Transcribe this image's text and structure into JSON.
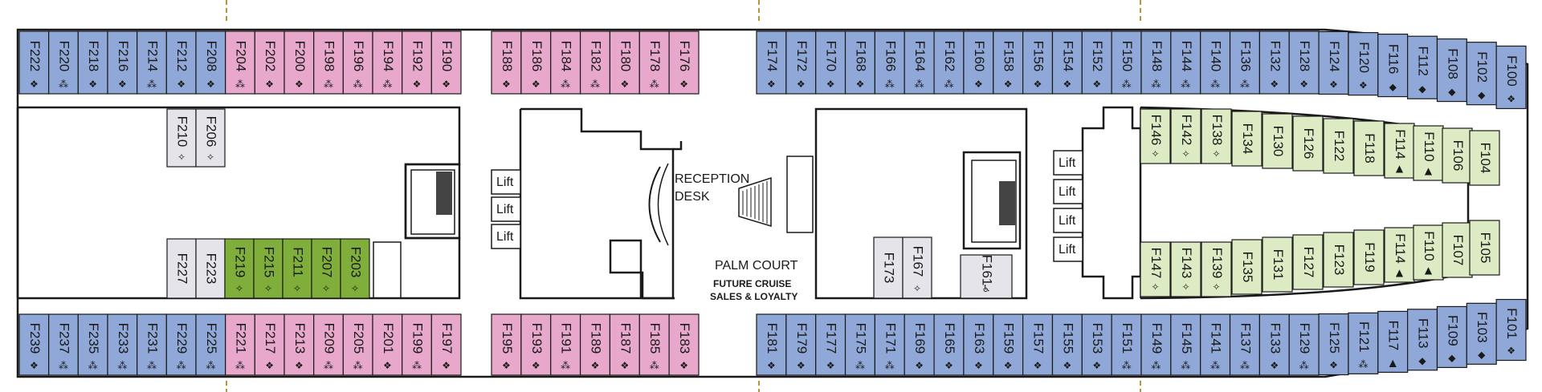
{
  "colors": {
    "blue": "#8fa8d8",
    "pink": "#e8a8cc",
    "green": "#7fae3a",
    "light_green": "#dcebc4",
    "grey": "#e4e4ea",
    "outline": "#1a1a1a",
    "section_marker": "#b8963c"
  },
  "icons": {
    "filled-diamond": "❖",
    "open-diamond": "✧",
    "double-diamond": "⁂",
    "arrow-diamond": "◆",
    "arrow-up": "▲",
    "wheelchair": "♿"
  },
  "labels": {
    "reception_1": "RECEPTION",
    "reception_2": "DESK",
    "palm_court": "PALM COURT",
    "future_1": "FUTURE CRUISE",
    "future_2": "SALES & LOYALTY",
    "lift": "Lift"
  },
  "top_row": [
    {
      "id": "F222",
      "color": "blue",
      "icon": "filled-diamond"
    },
    {
      "id": "F220",
      "color": "blue",
      "icon": "double-diamond"
    },
    {
      "id": "F218",
      "color": "blue",
      "icon": "filled-diamond"
    },
    {
      "id": "F216",
      "color": "blue",
      "icon": "filled-diamond"
    },
    {
      "id": "F214",
      "color": "blue",
      "icon": "double-diamond"
    },
    {
      "id": "F212",
      "color": "blue",
      "icon": "filled-diamond"
    },
    {
      "id": "F208",
      "color": "blue",
      "icon": "filled-diamond"
    },
    {
      "id": "F204",
      "color": "pink",
      "icon": "double-diamond"
    },
    {
      "id": "F202",
      "color": "pink",
      "icon": "filled-diamond"
    },
    {
      "id": "F200",
      "color": "pink",
      "icon": "filled-diamond"
    },
    {
      "id": "F198",
      "color": "pink",
      "icon": "double-diamond"
    },
    {
      "id": "F196",
      "color": "pink",
      "icon": "double-diamond"
    },
    {
      "id": "F194",
      "color": "pink",
      "icon": "double-diamond"
    },
    {
      "id": "F192",
      "color": "pink",
      "icon": "filled-diamond"
    },
    {
      "id": "F190",
      "color": "pink",
      "icon": "filled-diamond"
    },
    {
      "id": "F188",
      "color": "pink",
      "icon": "filled-diamond"
    },
    {
      "id": "F186",
      "color": "pink",
      "icon": "filled-diamond"
    },
    {
      "id": "F184",
      "color": "pink",
      "icon": "double-diamond"
    },
    {
      "id": "F182",
      "color": "pink",
      "icon": "double-diamond"
    },
    {
      "id": "F180",
      "color": "pink",
      "icon": "filled-diamond"
    },
    {
      "id": "F178",
      "color": "pink",
      "icon": "double-diamond"
    },
    {
      "id": "F176",
      "color": "pink",
      "icon": "filled-diamond"
    },
    {
      "id": "F174",
      "color": "blue",
      "icon": "filled-diamond"
    },
    {
      "id": "F172",
      "color": "blue",
      "icon": "filled-diamond"
    },
    {
      "id": "F170",
      "color": "blue",
      "icon": "filled-diamond"
    },
    {
      "id": "F168",
      "color": "blue",
      "icon": "filled-diamond"
    },
    {
      "id": "F166",
      "color": "blue",
      "icon": "double-diamond"
    },
    {
      "id": "F164",
      "color": "blue",
      "icon": "double-diamond"
    },
    {
      "id": "F162",
      "color": "blue",
      "icon": "double-diamond"
    },
    {
      "id": "F160",
      "color": "blue",
      "icon": "filled-diamond"
    },
    {
      "id": "F158",
      "color": "blue",
      "icon": "filled-diamond"
    },
    {
      "id": "F156",
      "color": "blue",
      "icon": "filled-diamond"
    },
    {
      "id": "F154",
      "color": "blue",
      "icon": "filled-diamond"
    },
    {
      "id": "F152",
      "color": "blue",
      "icon": "filled-diamond"
    },
    {
      "id": "F150",
      "color": "blue",
      "icon": "double-diamond"
    },
    {
      "id": "F148",
      "color": "blue",
      "icon": "double-diamond"
    },
    {
      "id": "F144",
      "color": "blue",
      "icon": "double-diamond"
    },
    {
      "id": "F140",
      "color": "blue",
      "icon": "double-diamond"
    },
    {
      "id": "F136",
      "color": "blue",
      "icon": "double-diamond"
    },
    {
      "id": "F132",
      "color": "blue",
      "icon": "filled-diamond"
    },
    {
      "id": "F128",
      "color": "blue",
      "icon": "filled-diamond"
    },
    {
      "id": "F124",
      "color": "blue",
      "icon": "filled-diamond"
    },
    {
      "id": "F120",
      "color": "blue",
      "icon": "filled-diamond"
    },
    {
      "id": "F116",
      "color": "blue",
      "icon": "arrow-diamond"
    },
    {
      "id": "F112",
      "color": "blue",
      "icon": "arrow-diamond"
    },
    {
      "id": "F108",
      "color": "blue",
      "icon": "arrow-diamond"
    },
    {
      "id": "F102",
      "color": "blue",
      "icon": "arrow-diamond"
    },
    {
      "id": "F100",
      "color": "blue",
      "icon": "filled-diamond"
    }
  ],
  "bottom_row": [
    {
      "id": "F239",
      "color": "blue",
      "icon": "filled-diamond"
    },
    {
      "id": "F237",
      "color": "blue",
      "icon": "double-diamond"
    },
    {
      "id": "F235",
      "color": "blue",
      "icon": "double-diamond"
    },
    {
      "id": "F233",
      "color": "blue",
      "icon": "double-diamond"
    },
    {
      "id": "F231",
      "color": "blue",
      "icon": "double-diamond"
    },
    {
      "id": "F229",
      "color": "blue",
      "icon": "double-diamond"
    },
    {
      "id": "F225",
      "color": "blue",
      "icon": "double-diamond"
    },
    {
      "id": "F221",
      "color": "pink",
      "icon": "double-diamond"
    },
    {
      "id": "F217",
      "color": "pink",
      "icon": "filled-diamond"
    },
    {
      "id": "F213",
      "color": "pink",
      "icon": "filled-diamond"
    },
    {
      "id": "F209",
      "color": "pink",
      "icon": "double-diamond"
    },
    {
      "id": "F205",
      "color": "pink",
      "icon": "double-diamond"
    },
    {
      "id": "F201",
      "color": "pink",
      "icon": "filled-diamond"
    },
    {
      "id": "F199",
      "color": "pink",
      "icon": "double-diamond"
    },
    {
      "id": "F197",
      "color": "pink",
      "icon": "filled-diamond"
    },
    {
      "id": "F195",
      "color": "pink",
      "icon": "filled-diamond"
    },
    {
      "id": "F193",
      "color": "pink",
      "icon": "filled-diamond"
    },
    {
      "id": "F191",
      "color": "pink",
      "icon": "double-diamond"
    },
    {
      "id": "F189",
      "color": "pink",
      "icon": "filled-diamond"
    },
    {
      "id": "F187",
      "color": "pink",
      "icon": "filled-diamond"
    },
    {
      "id": "F185",
      "color": "pink",
      "icon": "double-diamond"
    },
    {
      "id": "F183",
      "color": "pink",
      "icon": "filled-diamond"
    },
    {
      "id": "F181",
      "color": "blue",
      "icon": "filled-diamond"
    },
    {
      "id": "F179",
      "color": "blue",
      "icon": "filled-diamond"
    },
    {
      "id": "F177",
      "color": "blue",
      "icon": "filled-diamond"
    },
    {
      "id": "F175",
      "color": "blue",
      "icon": "double-diamond"
    },
    {
      "id": "F171",
      "color": "blue",
      "icon": "double-diamond"
    },
    {
      "id": "F169",
      "color": "blue",
      "icon": "filled-diamond"
    },
    {
      "id": "F165",
      "color": "blue",
      "icon": "filled-diamond"
    },
    {
      "id": "F163",
      "color": "blue",
      "icon": "filled-diamond"
    },
    {
      "id": "F159",
      "color": "blue",
      "icon": "filled-diamond"
    },
    {
      "id": "F157",
      "color": "blue",
      "icon": "filled-diamond"
    },
    {
      "id": "F155",
      "color": "blue",
      "icon": "filled-diamond"
    },
    {
      "id": "F153",
      "color": "blue",
      "icon": "filled-diamond"
    },
    {
      "id": "F151",
      "color": "blue",
      "icon": "double-diamond"
    },
    {
      "id": "F149",
      "color": "blue",
      "icon": "double-diamond"
    },
    {
      "id": "F145",
      "color": "blue",
      "icon": "double-diamond"
    },
    {
      "id": "F141",
      "color": "blue",
      "icon": "double-diamond"
    },
    {
      "id": "F137",
      "color": "blue",
      "icon": "double-diamond"
    },
    {
      "id": "F133",
      "color": "blue",
      "icon": "filled-diamond"
    },
    {
      "id": "F129",
      "color": "blue",
      "icon": "double-diamond"
    },
    {
      "id": "F125",
      "color": "blue",
      "icon": "filled-diamond"
    },
    {
      "id": "F121",
      "color": "blue",
      "icon": "double-diamond"
    },
    {
      "id": "F117",
      "color": "blue",
      "icon": "arrow-up"
    },
    {
      "id": "F113",
      "color": "blue",
      "icon": "arrow-diamond"
    },
    {
      "id": "F109",
      "color": "blue",
      "icon": "arrow-diamond"
    },
    {
      "id": "F103",
      "color": "blue",
      "icon": "arrow-diamond"
    },
    {
      "id": "F101",
      "color": "blue",
      "icon": "filled-diamond"
    }
  ],
  "aft_inner_top": [
    {
      "id": "F210",
      "color": "grey",
      "icon": "open-diamond"
    },
    {
      "id": "F206",
      "color": "grey",
      "icon": "open-diamond"
    }
  ],
  "aft_inner_bottom": [
    {
      "id": "F227",
      "color": "grey",
      "icon": ""
    },
    {
      "id": "F223",
      "color": "grey",
      "icon": ""
    },
    {
      "id": "F219",
      "color": "green",
      "icon": "open-diamond"
    },
    {
      "id": "F215",
      "color": "green",
      "icon": "open-diamond"
    },
    {
      "id": "F211",
      "color": "green",
      "icon": "open-diamond"
    },
    {
      "id": "F207",
      "color": "green",
      "icon": "open-diamond"
    },
    {
      "id": "F203",
      "color": "green",
      "icon": "open-diamond"
    }
  ],
  "mid_inner": [
    {
      "id": "F173",
      "color": "grey",
      "icon": ""
    },
    {
      "id": "F167",
      "color": "grey",
      "icon": "open-diamond"
    },
    {
      "id": "F161",
      "color": "grey",
      "icon": "wheelchair"
    }
  ],
  "fwd_inner_top": [
    {
      "id": "F146",
      "color": "light_green",
      "icon": "open-diamond"
    },
    {
      "id": "F142",
      "color": "light_green",
      "icon": "open-diamond"
    },
    {
      "id": "F138",
      "color": "light_green",
      "icon": "open-diamond"
    },
    {
      "id": "F134",
      "color": "light_green",
      "icon": ""
    },
    {
      "id": "F130",
      "color": "light_green",
      "icon": ""
    },
    {
      "id": "F126",
      "color": "light_green",
      "icon": ""
    },
    {
      "id": "F122",
      "color": "light_green",
      "icon": ""
    },
    {
      "id": "F118",
      "color": "light_green",
      "icon": ""
    },
    {
      "id": "F114",
      "color": "light_green",
      "icon": "arrow-up"
    },
    {
      "id": "F110",
      "color": "light_green",
      "icon": "arrow-up"
    },
    {
      "id": "F106",
      "color": "light_green",
      "icon": ""
    },
    {
      "id": "F104",
      "color": "light_green",
      "icon": ""
    }
  ],
  "fwd_inner_bottom": [
    {
      "id": "F147",
      "color": "light_green",
      "icon": "open-diamond"
    },
    {
      "id": "F143",
      "color": "light_green",
      "icon": "open-diamond"
    },
    {
      "id": "F139",
      "color": "light_green",
      "icon": "open-diamond"
    },
    {
      "id": "F135",
      "color": "light_green",
      "icon": ""
    },
    {
      "id": "F131",
      "color": "light_green",
      "icon": ""
    },
    {
      "id": "F127",
      "color": "light_green",
      "icon": ""
    },
    {
      "id": "F123",
      "color": "light_green",
      "icon": ""
    },
    {
      "id": "F119",
      "color": "light_green",
      "icon": ""
    },
    {
      "id": "F114",
      "color": "light_green",
      "icon": "arrow-up"
    },
    {
      "id": "F110",
      "color": "light_green",
      "icon": "arrow-up"
    },
    {
      "id": "F107",
      "color": "light_green",
      "icon": ""
    },
    {
      "id": "F105",
      "color": "light_green",
      "icon": ""
    }
  ]
}
